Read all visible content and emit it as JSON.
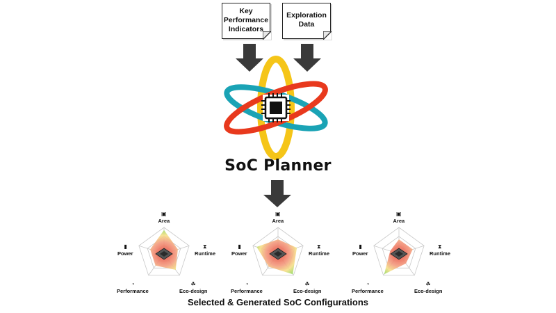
{
  "inputs": {
    "kpi_line1": "Key",
    "kpi_line2": "Performance",
    "kpi_line3": "Indicators",
    "exploration_line1": "Exploration",
    "exploration_line2": "Data"
  },
  "planner": {
    "title": "SoC Planner"
  },
  "axes": {
    "area": "Area",
    "runtime": "Runtime",
    "eco_design": "Eco-design",
    "performance": "Performance",
    "power": "Power"
  },
  "axis_icons": {
    "area": "chip-icon",
    "runtime": "hourglass-icon",
    "eco_design": "leaf-icon",
    "performance": "gauge-icon",
    "power": "battery-icon"
  },
  "configurations": [
    {
      "area": 0.9,
      "runtime": 0.55,
      "eco_design": 0.75,
      "performance": 0.55,
      "power": 0.55
    },
    {
      "area": 0.55,
      "runtime": 0.75,
      "eco_design": 0.95,
      "performance": 0.6,
      "power": 0.85
    },
    {
      "area": 0.55,
      "runtime": 0.55,
      "eco_design": 0.45,
      "performance": 0.95,
      "power": 0.35
    }
  ],
  "colors": {
    "orbit_cyan": "#1aa3b5",
    "orbit_red": "#e8391d",
    "orbit_yellow": "#f5c518",
    "arrow": "#3a3a3a",
    "good": "#7ed957",
    "bad": "#f07a6a"
  },
  "caption": "Selected & Generated SoC Configurations"
}
